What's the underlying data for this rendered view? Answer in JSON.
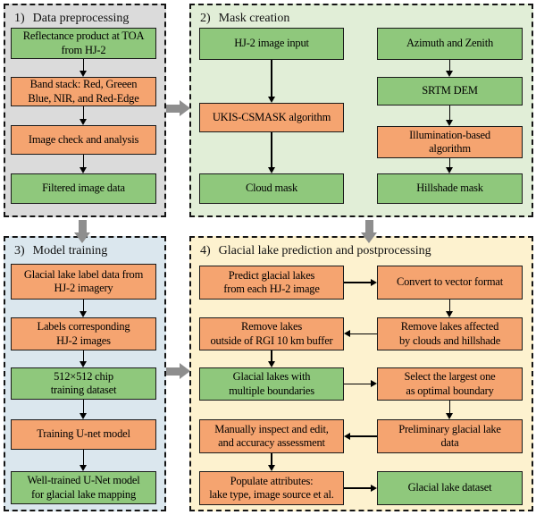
{
  "figure": {
    "background": "#ffffff"
  },
  "colors": {
    "green_fill": "#8FC87C",
    "orange_fill": "#F5A470",
    "box_border": "#1A1A1A",
    "panel_border": "#141414",
    "arrow_black": "#000000",
    "connector_gray": "#8E8E8E",
    "panel1_bg": "#DBDBDB",
    "panel2_bg": "#E1EED7",
    "panel3_bg": "#DBE7EE",
    "panel4_bg": "#FDF2CF"
  },
  "panels": [
    {
      "id": "panel-1-data-preprocessing",
      "number": "1)",
      "title": "Data preprocessing",
      "bg": "panel1_bg",
      "nodes": [
        {
          "id": "reflectance-toa",
          "color": "green",
          "label": "Reflectance product at TOA\nfrom HJ-2"
        },
        {
          "id": "band-stack",
          "color": "orange",
          "label": "Band stack: Red, Greeen\nBlue, NIR, and Red-Edge"
        },
        {
          "id": "image-check",
          "color": "orange",
          "label": "Image check and analysis"
        },
        {
          "id": "filtered-image",
          "color": "green",
          "label": "Filtered image data"
        }
      ]
    },
    {
      "id": "panel-2-mask-creation",
      "number": "2)",
      "title": "Mask creation",
      "bg": "panel2_bg",
      "nodes": [
        {
          "id": "hj2-image-input",
          "color": "green",
          "label": "HJ-2 image input"
        },
        {
          "id": "ukis-csmask",
          "color": "orange",
          "label": "UKIS-CSMASK algorithm"
        },
        {
          "id": "cloud-mask",
          "color": "green",
          "label": "Cloud mask"
        },
        {
          "id": "azimuth-zenith",
          "color": "green",
          "label": "Azimuth and Zenith"
        },
        {
          "id": "srtm-dem",
          "color": "green",
          "label": "SRTM DEM"
        },
        {
          "id": "illumination-algorithm",
          "color": "orange",
          "label": "Illumination-based\nalgorithm"
        },
        {
          "id": "hillshade-mask",
          "color": "green",
          "label": "Hillshade mask"
        }
      ]
    },
    {
      "id": "panel-3-model-training",
      "number": "3)",
      "title": "Model training",
      "bg": "panel3_bg",
      "nodes": [
        {
          "id": "label-data",
          "color": "orange",
          "label": "Glacial lake label data from\nHJ-2 imagery"
        },
        {
          "id": "labels-corresponding",
          "color": "orange",
          "label": "Labels corresponding\nHJ-2 images"
        },
        {
          "id": "chip-dataset",
          "color": "green",
          "label": "512×512 chip\ntraining dataset"
        },
        {
          "id": "training-unet",
          "color": "orange",
          "label": "Training U-net model"
        },
        {
          "id": "well-trained-unet",
          "color": "green",
          "label": "Well-trained U-Net model\nfor glacial lake mapping"
        }
      ]
    },
    {
      "id": "panel-4-prediction-postprocessing",
      "number": "4)",
      "title": "Glacial lake prediction and postprocessing",
      "bg": "panel4_bg",
      "nodes": [
        {
          "id": "predict-lakes",
          "color": "orange",
          "label": "Predict glacial lakes\nfrom each HJ-2 image"
        },
        {
          "id": "convert-vector",
          "color": "orange",
          "label": "Convert to vector format"
        },
        {
          "id": "remove-rgi-buffer",
          "color": "orange",
          "label": "Remove lakes\noutside of RGI 10 km buffer"
        },
        {
          "id": "remove-affected",
          "color": "orange",
          "label": "Remove lakes affected\nby clouds and hillshade"
        },
        {
          "id": "multiple-boundaries",
          "color": "green",
          "label": "Glacial lakes with\nmultiple boundaries"
        },
        {
          "id": "select-largest",
          "color": "orange",
          "label": "Select the largest one\nas optimal boundary"
        },
        {
          "id": "manual-inspect",
          "color": "orange",
          "label": "Manually inspect and edit,\nand accuracy assessment"
        },
        {
          "id": "preliminary-data",
          "color": "orange",
          "label": "Preliminary glacial lake\ndata"
        },
        {
          "id": "populate-attributes",
          "color": "orange",
          "label": "Populate attributes:\nlake type, image source et al."
        },
        {
          "id": "lake-dataset",
          "color": "green",
          "label": "Glacial lake dataset"
        }
      ]
    }
  ]
}
